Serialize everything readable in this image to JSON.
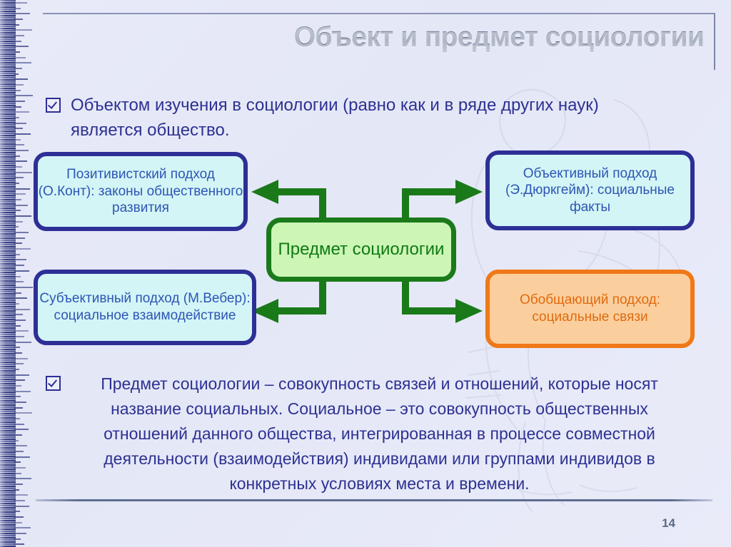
{
  "slide": {
    "title": "Объект и предмет социологии",
    "page_number": "14",
    "accent_blue": "#2d2f96",
    "accent_green": "#1a7a1a",
    "accent_orange": "#f07818",
    "background": "#e6e9f7"
  },
  "bullets": {
    "top": "Объектом изучения в социологии (равно как и в ряде других наук) является общество.",
    "bottom": "Предмет социологии – совокупность связей и отношений, которые носят название социальных. Социальное – это совокупность общественных отношений данного общества, интегрированная в процессе совместной деятельности (взаимодействия) индивидами или группами индивидов в конкретных условиях места и времени."
  },
  "diagram": {
    "center": "Предмет социологии",
    "boxes": [
      {
        "id": "positivist",
        "text": "Позитивистский подход (О.Конт): законы общественного развития",
        "style": "blue",
        "position": "top-left"
      },
      {
        "id": "subjective",
        "text": "Субъективный подход (М.Вебер): социальное взаимодействие",
        "style": "blue",
        "position": "bottom-left"
      },
      {
        "id": "objective",
        "text": "Объективный подход (Э.Дюркгейм): социальные факты",
        "style": "blue",
        "position": "top-right"
      },
      {
        "id": "generalizing",
        "text": "Обобщающий подход: социальные связи",
        "style": "orange",
        "position": "bottom-right"
      }
    ]
  }
}
